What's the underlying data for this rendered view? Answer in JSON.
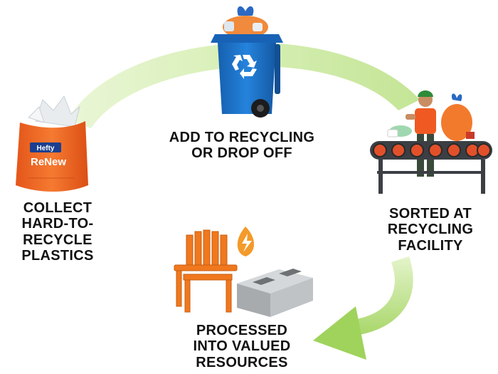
{
  "steps": [
    {
      "id": "collect",
      "lines": [
        "COLLECT",
        "HARD-TO-",
        "RECYCLE",
        "PLASTICS"
      ]
    },
    {
      "id": "add",
      "lines": [
        "ADD TO RECYCLING",
        "OR DROP OFF"
      ]
    },
    {
      "id": "sorted",
      "lines": [
        "SORTED AT",
        "RECYCLING",
        "FACILITY"
      ]
    },
    {
      "id": "processed",
      "lines": [
        "PROCESSED",
        "INTO VALUED",
        "RESOURCES"
      ]
    }
  ],
  "bag": {
    "brand": "Hefty",
    "product": "ReNew"
  },
  "colors": {
    "arrow": "#cfe9a8",
    "arrow_dark": "#a9d76a",
    "bag_orange": "#f26a22",
    "bin_blue": "#1a73c9",
    "chair_orange": "#f0781e",
    "block_gray": "#b7babd",
    "conveyor_red": "#e2502a",
    "worker_green": "#2e8b3a"
  },
  "icons": [
    "recycle-icon",
    "flame-drop-icon"
  ]
}
